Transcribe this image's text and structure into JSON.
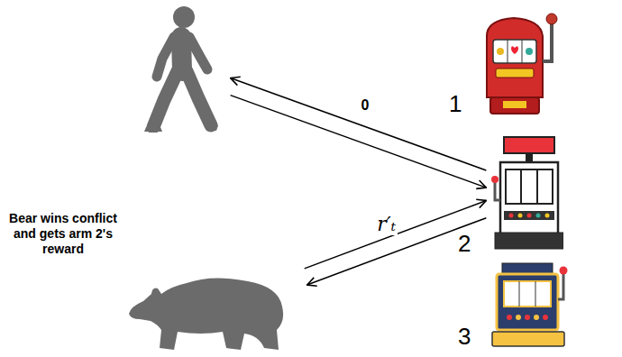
{
  "diagram": {
    "nodes": [
      {
        "text": []
      },
      {
        "text": [
          "1"
        ]
      },
      {
        "text": [
          "2"
        ]
      },
      {
        "text": [
          "Bear wins conflict and gets arm 2's reward"
        ]
      },
      {
        "text": [
          "3"
        ]
      }
    ],
    "edges": [
      {
        "from": 2,
        "to": 0,
        "arrow": "to",
        "label": "0"
      },
      {
        "from": 0,
        "to": 2,
        "arrow": "to"
      },
      {
        "from": 3,
        "to": 2,
        "arrow": "to"
      },
      {
        "from": 2,
        "to": 3,
        "arrow": "to",
        "label": "r′ₜ"
      }
    ]
  }
}
